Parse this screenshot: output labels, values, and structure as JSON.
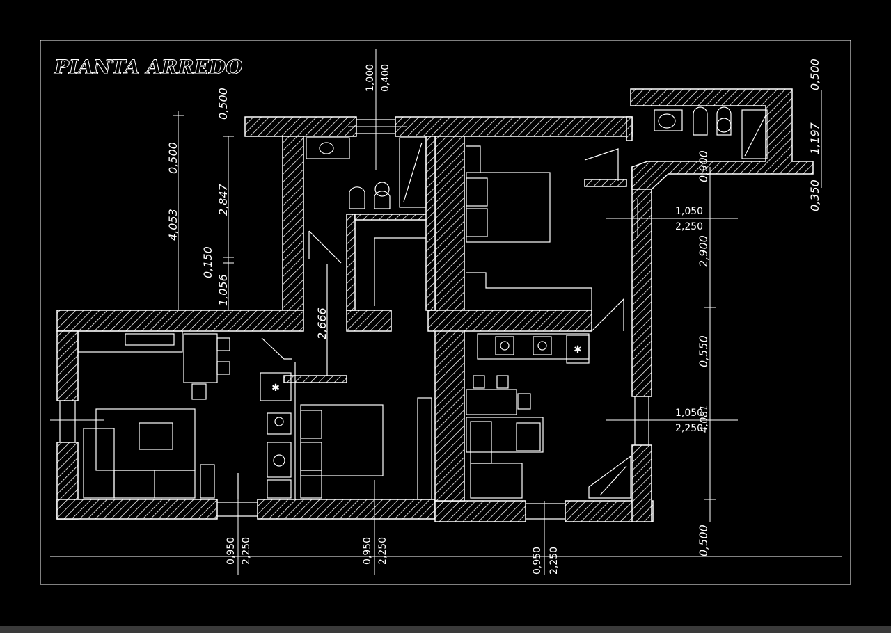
{
  "title": "PIANTA ARREDO",
  "colors": {
    "background": "#000000",
    "lines": "#ffffff"
  },
  "dimensions": {
    "left_total": "4,053",
    "left_top": "0,500",
    "left_mid": "2,847",
    "left_top2": "0,500",
    "left_a": "0,150",
    "left_b": "1,056",
    "top_a": "1,000",
    "top_b": "0,400",
    "center_height": "2,666",
    "right_top": "0,500",
    "right_a": "1,197",
    "right_b": "0,900",
    "right_c": "0,350",
    "win1_a": "1,050",
    "win1_b": "2,250",
    "right_d": "2,900",
    "right_e": "0,550",
    "win2_a": "1,050",
    "win2_b": "2,250",
    "right_f": "4,081",
    "right_g": "0,500",
    "bot1_a": "0,950",
    "bot1_b": "2,250",
    "bot2_a": "0,950",
    "bot2_b": "2,250",
    "bot3_a": "0,950",
    "bot3_b": "2,250"
  }
}
